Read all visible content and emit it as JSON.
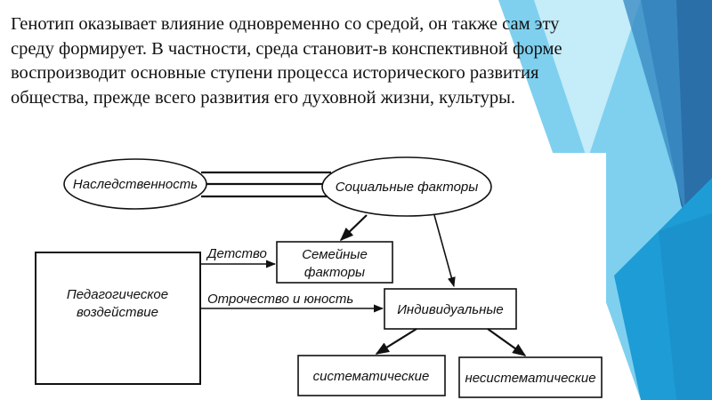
{
  "slide": {
    "paragraph_lines": [
      "Генотип оказывает влияние одновременно со средой, он также сам эту",
      "среду формирует. В частности, среда становит-в конспективной форме",
      "воспроизводит основные ступени процесса исторического развития",
      "общества, прежде всего развития его духовной жизни, культуры."
    ],
    "accent_colors": [
      "#2a6fa8",
      "#1e9cd6",
      "#7fd0ef",
      "#cdeefa"
    ]
  },
  "diagram": {
    "heredity": "Наследственность",
    "social": "Социальные факторы",
    "family_line1": "Семейные",
    "family_line2": "факторы",
    "pedagogical_line1": "Педагогическое",
    "pedagogical_line2": "воздействие",
    "childhood": "Детство",
    "adolescence": "Отрочество и юность",
    "individual": "Индивидуальные",
    "systematic": "систематические",
    "unsystematic": "несистематические"
  }
}
